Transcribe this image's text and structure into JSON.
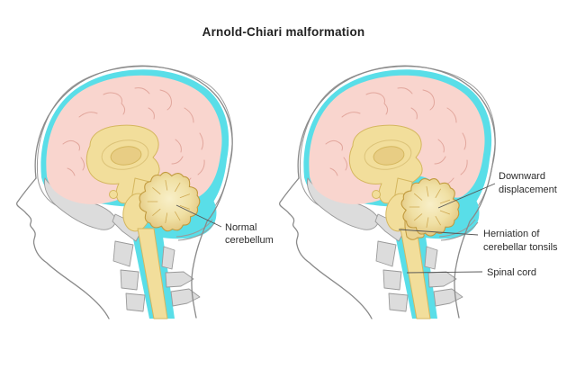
{
  "title": "Arnold-Chiari malformation",
  "labels": {
    "normal_cerebellum": {
      "line1": "Normal",
      "line2": "cerebellum"
    },
    "downward_displacement": {
      "line1": "Downward",
      "line2": "displacement"
    },
    "herniation": {
      "line1": "Herniation of",
      "line2": "cerebellar tonsils"
    },
    "spinal_cord": {
      "line1": "Spinal cord"
    }
  },
  "colors": {
    "c-csf": "#59DEE8",
    "c-brain": "#F9D5CE",
    "c-sulci": "#E2A79D",
    "c-struct": "#F2DE9B",
    "c-struct-line": "#D5B75F",
    "c-struct-line2": "#DCC379",
    "c-thal": "#E8CD84",
    "c-bone": "#DCDCDC",
    "c-bone-line": "#9A9A9A",
    "c-outline": "#8A8A8A",
    "c-cb-fill": "#EBD492",
    "c-cb-line": "#C29B3F",
    "c-cb-rad": "#CFA953"
  }
}
